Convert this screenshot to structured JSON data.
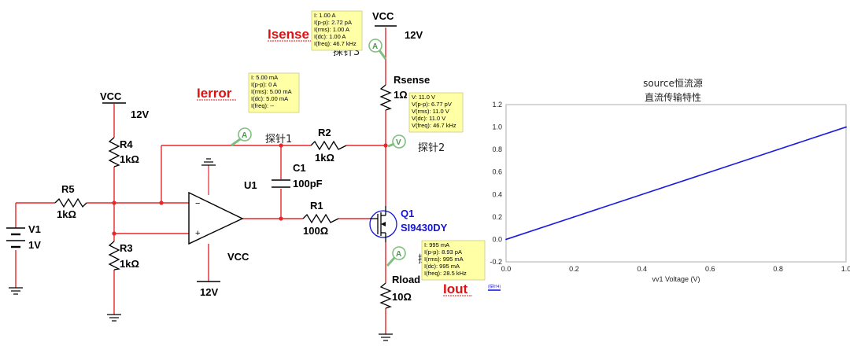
{
  "schematic": {
    "supply_top": {
      "label": "VCC",
      "voltage": "12V"
    },
    "supply_left": {
      "label": "VCC",
      "voltage": "12V"
    },
    "supply_opamp": {
      "label": "VCC",
      "voltage": "12V"
    },
    "components": {
      "R4": {
        "name": "R4",
        "value": "1kΩ"
      },
      "R3": {
        "name": "R3",
        "value": "1kΩ"
      },
      "R5": {
        "name": "R5",
        "value": "1kΩ"
      },
      "R2": {
        "name": "R2",
        "value": "1kΩ"
      },
      "R1": {
        "name": "R1",
        "value": "100Ω"
      },
      "C1": {
        "name": "C1",
        "value": "100pF"
      },
      "U1": {
        "name": "U1"
      },
      "V1": {
        "name": "V1",
        "value": "1V"
      },
      "Q1": {
        "name": "Q1",
        "part": "SI9430DY"
      },
      "Rsense": {
        "name": "Rsense",
        "value": "1Ω"
      },
      "Rload": {
        "name": "Rload",
        "value": "10Ω"
      }
    },
    "probe_labels": {
      "p1": "探针1",
      "p2": "探针2",
      "p3": "探针3",
      "p4": "探针"
    },
    "annotations": {
      "isense": "Isense",
      "ierror": "Ierror",
      "iout": "Iout"
    },
    "probe_boxes": {
      "isense": [
        "I: 1.00 A",
        "I(p-p): 2.72 pA",
        "I(rms): 1.00 A",
        "I(dc): 1.00 A",
        "I(freq): 46.7 kHz"
      ],
      "ierror": [
        "I: 5.00 mA",
        "I(p-p): 0 A",
        "I(rms): 5.00 mA",
        "I(dc): 5.00 mA",
        "I(freq): --"
      ],
      "v2": [
        "V: 11.0 V",
        "V(p-p): 6.77 pV",
        "V(rms): 11.0 V",
        "V(dc): 11.0 V",
        "V(freq): 46.7 kHz"
      ],
      "iout": [
        "I: 995 mA",
        "I(p-p): 8.93 pA",
        "I(rms): 995 mA",
        "I(dc): 995 mA",
        "I(freq): 28.5 kHz"
      ]
    },
    "colors": {
      "wire": "#e8262a",
      "probe_box": "#ffffa6",
      "probe_icon": "#7fbf7f"
    }
  },
  "chart_data": {
    "type": "line",
    "title": "source恒流源\n直流传输特性",
    "title_lines": [
      "source恒流源",
      "直流传输特性"
    ],
    "xlabel": "vv1 Voltage (V)",
    "ylabel": "",
    "xlim": [
      0.0,
      1.0
    ],
    "ylim": [
      -0.2,
      1.2
    ],
    "xticks": [
      "0.0",
      "0.2",
      "0.4",
      "0.6",
      "0.8",
      "1.0"
    ],
    "yticks": [
      "-0.2",
      "0.0",
      "0.2",
      "0.4",
      "0.6",
      "0.8",
      "1.0",
      "1.2"
    ],
    "grid": false,
    "legend": "left-bottom",
    "series": [
      {
        "name": "(探针4)",
        "color": "#1a1ae0",
        "x": [
          0.0,
          0.2,
          0.4,
          0.6,
          0.8,
          1.0
        ],
        "y": [
          0.0,
          0.2,
          0.4,
          0.6,
          0.8,
          1.0
        ]
      }
    ]
  }
}
